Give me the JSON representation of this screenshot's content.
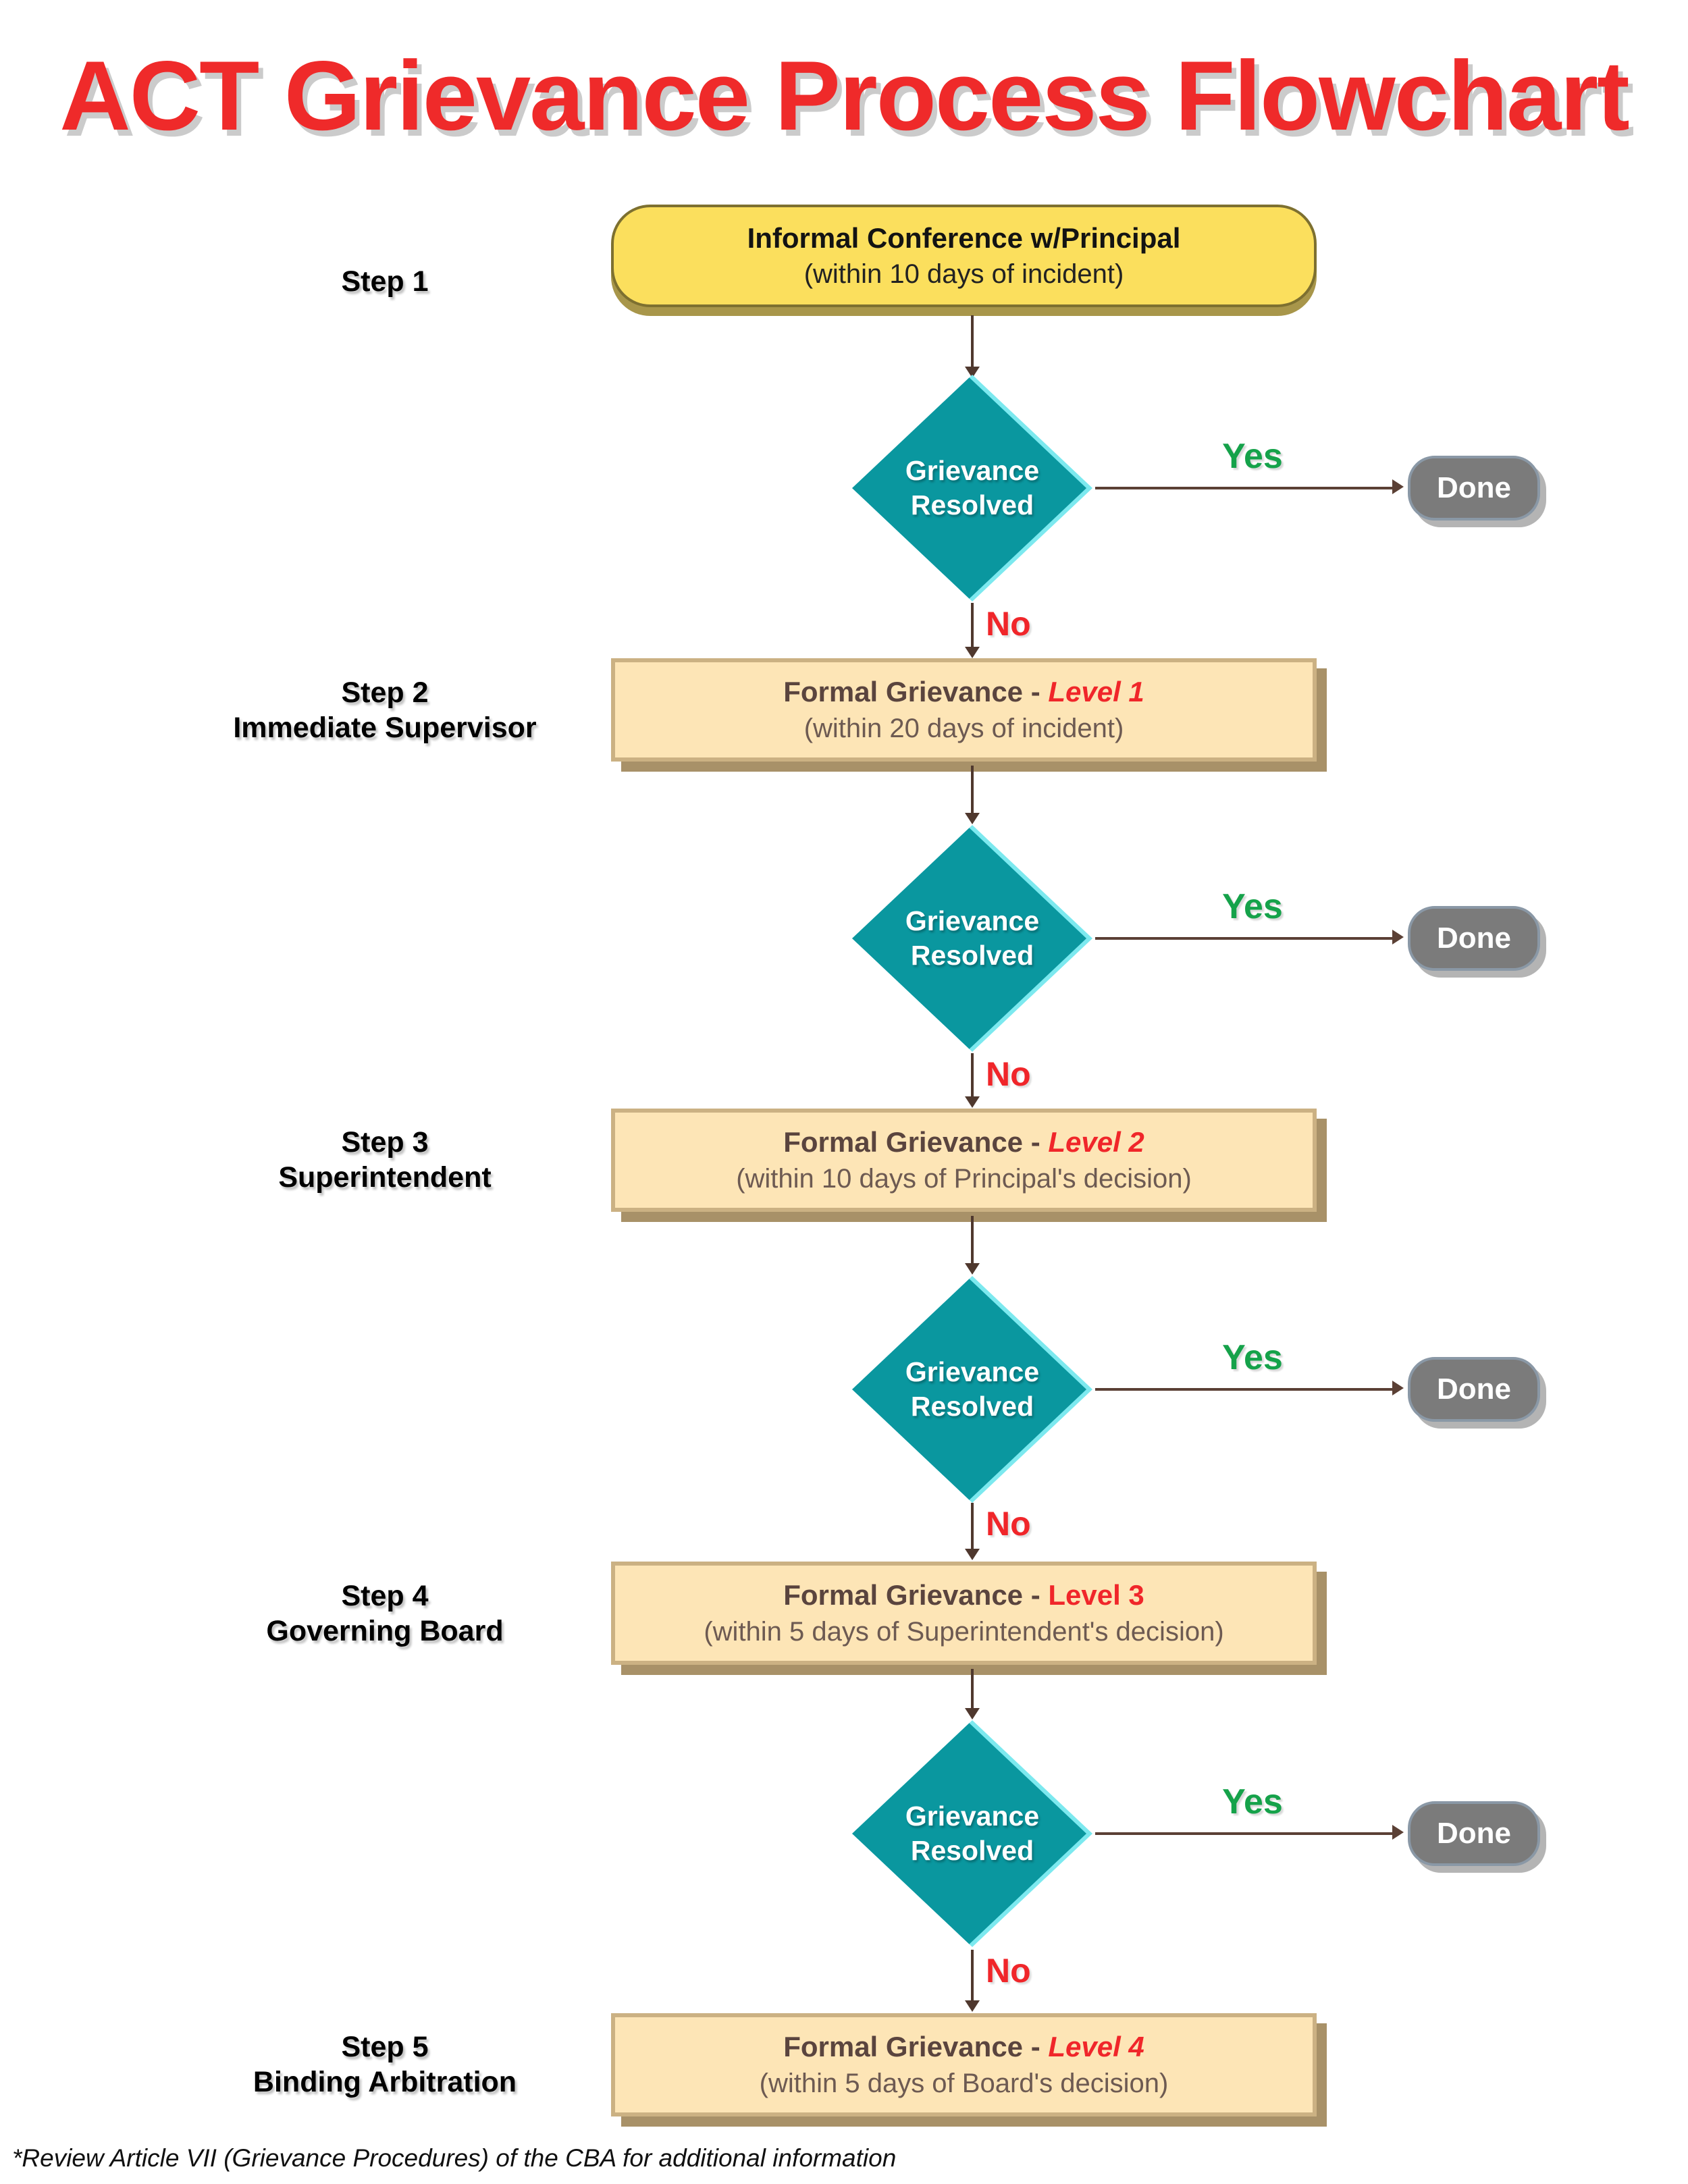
{
  "title": "ACT Grievance Process Flowchart",
  "footer_note": "*Review Article VII (Grievance Procedures) of the CBA for additional information",
  "labels": {
    "yes": "Yes",
    "no": "No",
    "done": "Done",
    "decision_line1": "Grievance",
    "decision_line2": "Resolved"
  },
  "steps": [
    {
      "label_line1": "Step 1",
      "label_line2": "",
      "box_title": "Informal Conference w/Principal",
      "box_subtitle": "(within 10 days of incident)"
    },
    {
      "label_line1": "Step 2",
      "label_line2": "Immediate Supervisor",
      "box_title_prefix": "Formal Grievance - ",
      "box_level": "Level 1",
      "box_subtitle": "(within 20 days of incident)"
    },
    {
      "label_line1": "Step 3",
      "label_line2": "Superintendent",
      "box_title_prefix": "Formal Grievance - ",
      "box_level": "Level 2",
      "box_subtitle": "(within 10 days of Principal's decision)"
    },
    {
      "label_line1": "Step 4",
      "label_line2": "Governing Board",
      "box_title_prefix": "Formal Grievance - ",
      "box_level": "Level 3",
      "box_subtitle": "(within 5 days of Superintendent's decision)"
    },
    {
      "label_line1": "Step 5",
      "label_line2": "Binding Arbitration",
      "box_title_prefix": "Formal Grievance - ",
      "box_level": "Level 4",
      "box_subtitle": "(within 5 days of Board's decision)"
    }
  ],
  "colors": {
    "title_red": "#ef2a2a",
    "level_red": "#f0262a",
    "yes_green": "#15a24a",
    "no_red": "#f0262a",
    "diamond_teal": "#0a979f",
    "diamond_highlight": "#7ce9ef",
    "start_yellow": "#fbdf5d",
    "process_cream": "#fde5b6",
    "done_gray": "#7b7b7b",
    "arrow_brown": "#4f382e"
  }
}
